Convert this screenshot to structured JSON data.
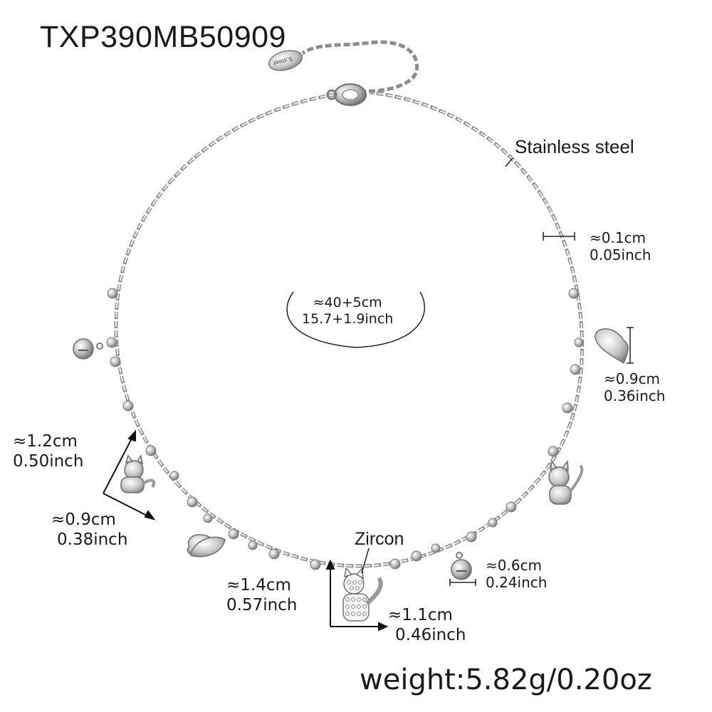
{
  "product_code": "TXP390MB50909",
  "material_label": "Stainless steel",
  "chain_width": {
    "cm": "≈0.1cm",
    "inch": "0.05inch"
  },
  "length": {
    "cm": "≈40+5cm",
    "inch": "15.7+1.9inch"
  },
  "heart_height": {
    "cm": "≈0.9cm",
    "inch": "0.36inch"
  },
  "cat_height": {
    "cm": "≈1.2cm",
    "inch": "0.50inch"
  },
  "cat_width": {
    "cm": "≈0.9cm",
    "inch": "0.38inch"
  },
  "zircon_label": "Zircon",
  "zircon_height": {
    "cm": "≈1.4cm",
    "inch": "0.57inch"
  },
  "zircon_width": {
    "cm": "≈1.1cm",
    "inch": "0.46inch"
  },
  "bell_width": {
    "cm": "≈0.6cm",
    "inch": "0.24inch"
  },
  "tag_text": "S.steel",
  "weight": "weight:5.82g/0.20oz",
  "colors": {
    "metal": "#9a9a9a",
    "metal_light": "#e6e6e6",
    "text": "#1a1a1a"
  }
}
